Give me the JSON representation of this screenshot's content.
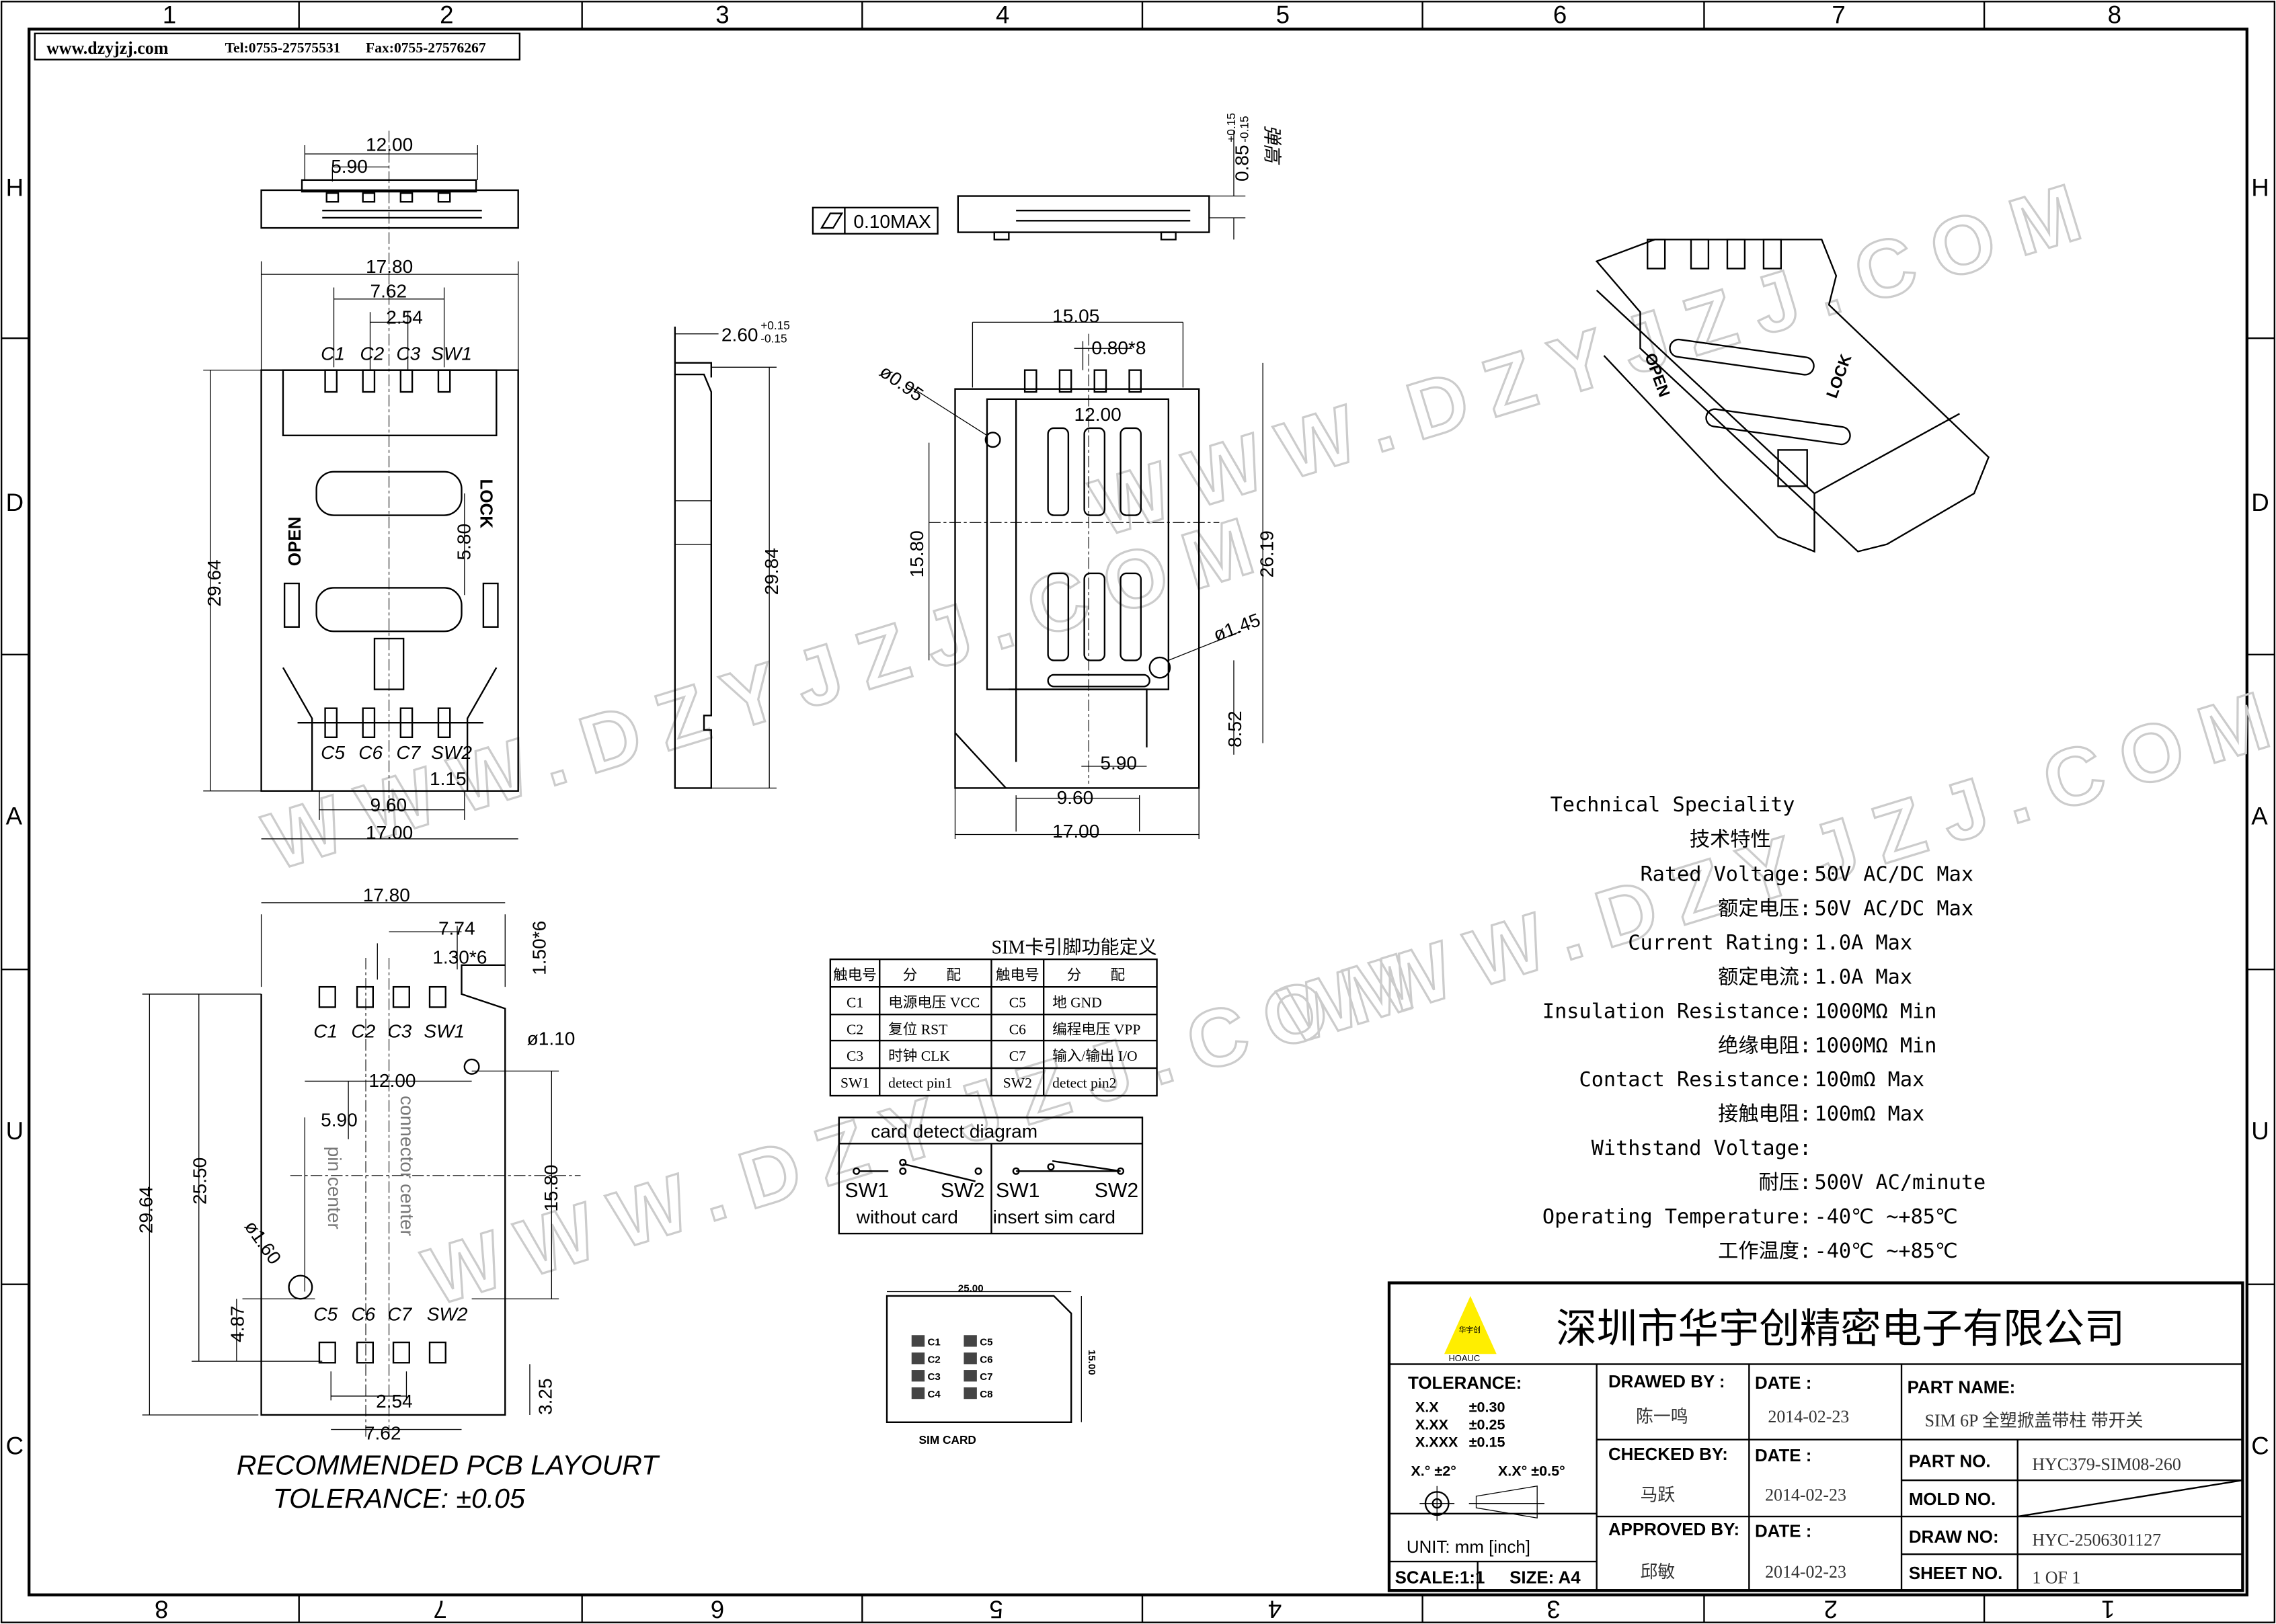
{
  "header": {
    "website": "www.dzyjzj.com",
    "tel": "Tel:0755-27575531",
    "fax": "Fax:0755-27576267"
  },
  "grid": {
    "columns_top": [
      "1",
      "2",
      "3",
      "4",
      "5",
      "6",
      "7",
      "8"
    ],
    "columns_bottom": [
      "8",
      "7",
      "6",
      "5",
      "4",
      "3",
      "2",
      "1"
    ],
    "rows": [
      "H",
      "D",
      "A",
      "U",
      "C"
    ]
  },
  "watermark": "WWW.DZYJZJ.COM",
  "top_view": {
    "d1": "12.00",
    "d2": "5.90"
  },
  "front_view": {
    "w_total": "17.80",
    "pitch1": "7.62",
    "pitch2": "2.54",
    "top_pins": [
      "C1",
      "C2",
      "C3",
      "SW1"
    ],
    "height": "29.64",
    "gap": "5.80",
    "open": "OPEN",
    "lock": "LOCK",
    "bottom_pins": [
      "C5",
      "C6",
      "C7",
      "SW2"
    ],
    "d_small": "1.15",
    "w_mid": "9.60",
    "w_bottom": "17.00"
  },
  "side_view": {
    "thickness": "2.60",
    "tol_plus": "+0.15",
    "tol_minus": "-0.15",
    "length": "29.84"
  },
  "flatness": {
    "value": "0.10MAX",
    "height": "0.85",
    "tol_plus": "+0.15",
    "tol_minus": "-0.15",
    "note": "弹高"
  },
  "bottom_view": {
    "w": "15.05",
    "pitch": "0.80*8",
    "hole1": "ø0.95",
    "d12": "12.00",
    "d15": "15.80",
    "d26": "26.19",
    "hole2": "ø1.45",
    "d8": "8.52",
    "d59": "5.90",
    "d96": "9.60",
    "d17": "17.00"
  },
  "pcb": {
    "w": "17.80",
    "d774": "7.74",
    "pitch": "1.30*6",
    "pad": "1.50*6",
    "top_pins": [
      "C1",
      "C2",
      "C3",
      "SW1"
    ],
    "hole1": "ø1.10",
    "d12": "12.00",
    "d59": "5.90",
    "pin_center": "pin center",
    "conn_center": "connector center",
    "d2964": "29.64",
    "d2550": "25.50",
    "d1580": "15.80",
    "hole2": "ø1.60",
    "d487": "4.87",
    "bottom_pins": [
      "C5",
      "C6",
      "C7",
      "SW2"
    ],
    "d254": "2.54",
    "d325": "3.25",
    "d762": "7.62",
    "title": "RECOMMENDED PCB LAYOURT",
    "tolerance": "TOLERANCE: ±0.05"
  },
  "pin_table": {
    "title": "SIM卡引脚功能定义",
    "headers": [
      "触电号",
      "分　　配",
      "触电号",
      "分　　配"
    ],
    "rows": [
      [
        "C1",
        "电源电压 VCC",
        "C5",
        "地 GND"
      ],
      [
        "C2",
        "复位 RST",
        "C6",
        "编程电压 VPP"
      ],
      [
        "C3",
        "时钟 CLK",
        "C7",
        "输入/输出 I/O"
      ],
      [
        "SW1",
        "detect pin1",
        "SW2",
        "detect pin2"
      ]
    ]
  },
  "card_detect": {
    "title": "card detect diagram",
    "left": {
      "sw1": "SW1",
      "sw2": "SW2",
      "caption": "without card"
    },
    "right": {
      "sw1": "SW1",
      "sw2": "SW2",
      "caption": "insert sim card"
    }
  },
  "sim_card": {
    "width": "25.00",
    "height": "15.00",
    "left_pins": [
      "C1",
      "C2",
      "C3",
      "C4"
    ],
    "right_pins": [
      "C5",
      "C6",
      "C7",
      "C8"
    ],
    "label": "SIM CARD"
  },
  "tech_spec": {
    "title": "Technical Speciality",
    "title_cn": "技术特性",
    "rows": [
      {
        "label": "Rated Voltage:",
        "value": "50V AC/DC Max"
      },
      {
        "label": "额定电压:",
        "value": "50V AC/DC Max"
      },
      {
        "label": "Current Rating:",
        "value": "1.0A Max"
      },
      {
        "label": "额定电流:",
        "value": "1.0A Max"
      },
      {
        "label": "Insulation Resistance:",
        "value": "1000MΩ  Min"
      },
      {
        "label": "绝缘电阻:",
        "value": "1000MΩ  Min"
      },
      {
        "label": "Contact Resistance:",
        "value": "100mΩ  Max"
      },
      {
        "label": "接触电阻:",
        "value": "100mΩ  Max"
      },
      {
        "label": "Withstand Voltage:",
        "value": ""
      },
      {
        "label": "耐压:",
        "value": "500V AC/minute"
      },
      {
        "label": "Operating Temperature:",
        "value": "-40℃ ~+85℃"
      },
      {
        "label": "工作温度:",
        "value": "-40℃ ~+85℃"
      }
    ]
  },
  "title_block": {
    "company": "深圳市华宇创精密电子有限公司",
    "logo_text": "HOAUC",
    "logo_cn": "华宇创",
    "logo_color": "#ffee00",
    "tolerance_label": "TOLERANCE:",
    "tolerances": [
      [
        "X.X",
        "±0.30"
      ],
      [
        "X.XX",
        "±0.25"
      ],
      [
        "X.XXX",
        "±0.15"
      ]
    ],
    "angle_tol": [
      "X.° ±2°",
      "X.X° ±0.5°"
    ],
    "unit": "UNIT:  mm  [inch]",
    "scale": "SCALE:1:1",
    "size": "SIZE:  A4",
    "drawn_by_label": "DRAWED BY :",
    "drawn_by": "陈一鸣",
    "checked_by_label": "CHECKED BY:",
    "checked_by": "马跃",
    "approved_by_label": "APPROVED BY:",
    "approved_by": "邱敏",
    "date_label": "DATE :",
    "dates": [
      "2014-02-23",
      "2014-02-23",
      "2014-02-23"
    ],
    "part_name_label": "PART NAME:",
    "part_name": "SIM 6P 全塑掀盖带柱 带开关",
    "part_no_label": "PART NO.",
    "part_no": "HYC379-SIM08-260",
    "mold_no_label": "MOLD NO.",
    "draw_no_label": "DRAW NO:",
    "draw_no": "HYC-2506301127",
    "sheet_no_label": "SHEET NO.",
    "sheet_no": "1 OF 1"
  }
}
